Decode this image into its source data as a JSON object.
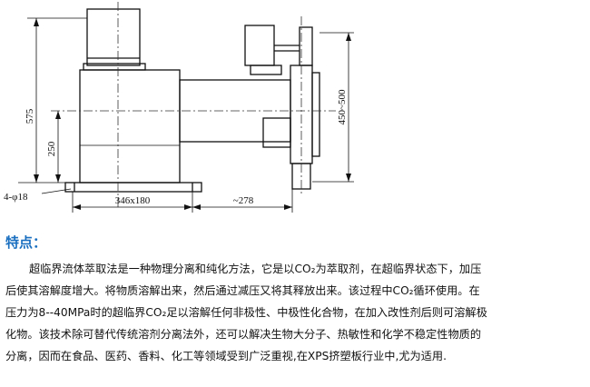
{
  "diagram": {
    "dim_height_total": "575",
    "dim_height_inner": "250",
    "dim_base_holes": "4-φ18",
    "dim_base_width": "346x180",
    "dim_horizontal": "~278",
    "dim_right_height": "450~500"
  },
  "features": {
    "heading": "特点：",
    "lines": [
      "超临界流体萃取法是一种物理分离和纯化方法，它是以CO₂为萃取剂，在超临界状态下，加压",
      "后使其溶解度增大。将物质溶解出来，然后通过减压又将其释放出来。该过程中CO₂循环使用。在",
      "压力为8--40MPa时的超临界CO₂足以溶解任何非极性、中极性化合物，在加入改性剂后则可溶解极",
      "化物。该技术除可替代传统溶剂分离法外，还可以解决生物大分子、热敏性和化学不稳定性物质的",
      "分离，因而在食品、医药、香料、化工等领域受到广泛重视,在XPS挤塑板行业中,尤为适用."
    ]
  }
}
